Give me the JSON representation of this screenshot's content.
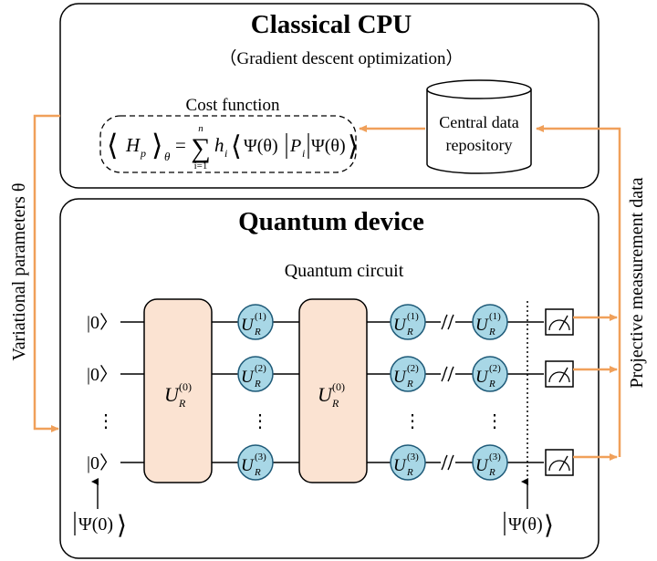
{
  "cpu": {
    "title": "Classical CPU",
    "subtitle": "（Gradient descent optimization）",
    "cost_label": "Cost function",
    "repo_line1": "Central data",
    "repo_line2": "repository"
  },
  "formula": {
    "H": "H",
    "p": "p",
    "theta": "θ",
    "eq": "=",
    "sum": "∑",
    "sum_top": "n",
    "sum_bottom": "i=1",
    "h": "h",
    "hi": "i",
    "psi_l": "Ψ(θ)",
    "P": "P",
    "Pi": "i",
    "psi_r": "Ψ(θ)"
  },
  "side": {
    "left": "Variational parameters θ",
    "right": "Projective measurement data"
  },
  "quantum": {
    "title": "Quantum device",
    "circuit_label": "Quantum circuit",
    "ket0": "|0〉",
    "psi0": "Ψ(0)",
    "psitheta": "Ψ(θ)",
    "U": "U",
    "R": "R",
    "sup0": "(0)",
    "sup1": "(1)",
    "sup2": "(2)",
    "sup3": "(3)",
    "dots": "⋮"
  },
  "colors": {
    "arrow": "#f0a05a",
    "block_fill": "#fbe3d2",
    "gate_fill": "#a8d7e6",
    "gate_stroke": "#1e5a78"
  }
}
